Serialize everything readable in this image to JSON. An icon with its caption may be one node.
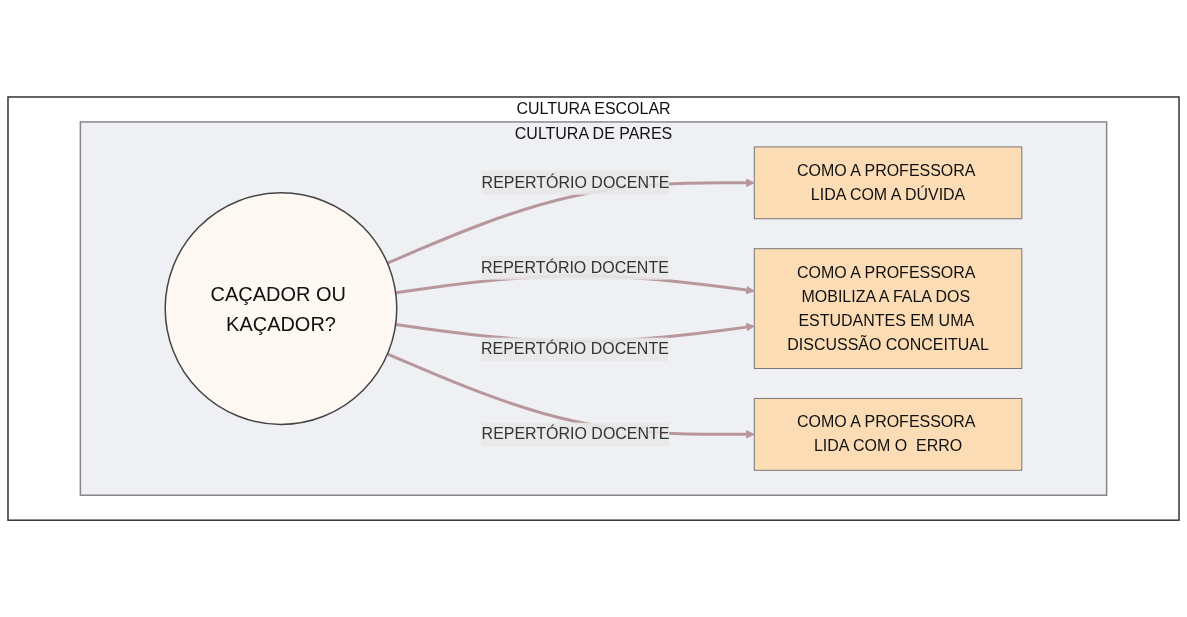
{
  "diagram": {
    "nodes": [
      {
        "text": [
          "CULTURA ESCOLAR"
        ]
      },
      {
        "text": [
          "CULTURA DE PARES"
        ],
        "in": 0
      },
      {
        "text": [
          "CAÇADOR OU KAÇADOR?"
        ],
        "in": 1
      },
      {
        "text": [
          "COMO A PROFESSORA LIDA COM A DÚVIDA"
        ],
        "in": 1
      },
      {
        "text": [
          "COMO A PROFESSORA MOBILIZA A FALA DOS ESTUDANTES EM UMA DISCUSSÃO CONCEITUAL"
        ],
        "in": 1
      },
      {
        "text": [
          "COMO A PROFESSORA LIDA COM O  ERRO"
        ],
        "in": 1
      }
    ],
    "edges": [
      {
        "from": 2,
        "to": 3,
        "arrow": "to",
        "label": "REPERTÓRIO DOCENTE"
      },
      {
        "from": 2,
        "to": 4,
        "arrow": "to",
        "label": "REPERTÓRIO DOCENTE"
      },
      {
        "from": 2,
        "to": 4,
        "arrow": "to",
        "label": "REPERTÓRIO DOCENTE"
      },
      {
        "from": 2,
        "to": 5,
        "arrow": "to",
        "label": "REPERTÓRIO DOCENTE"
      }
    ]
  }
}
